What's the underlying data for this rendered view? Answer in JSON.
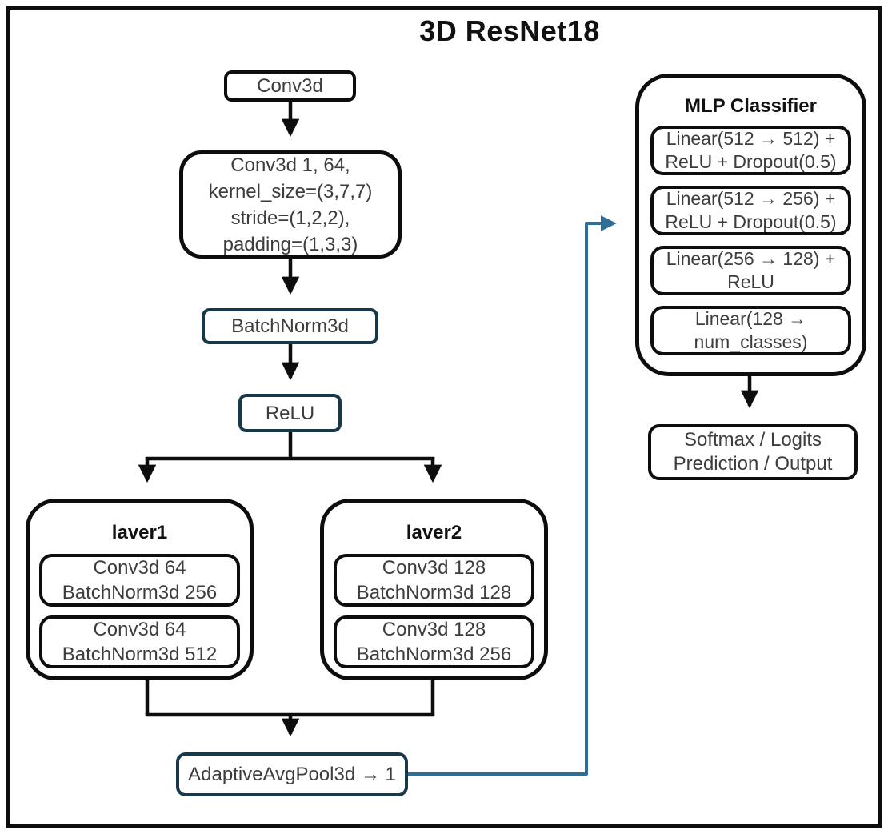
{
  "title": "3D ResNet18",
  "nodes": {
    "conv3d": "Conv3d",
    "conv3d_params": "Conv3d 1, 64,\nkernel_size=(3,7,7)\nstride=(1,2,2),\npadding=(1,3,3)",
    "batchnorm": "BatchNorm3d",
    "relu": "ReLU",
    "adaptive_pool": "AdaptiveAvgPool3d → 1",
    "softmax": "Softmax / Logits\nPrediction / Output"
  },
  "layer1": {
    "title": "laver1",
    "blocks": [
      "Conv3d 64\nBatchNorm3d 256",
      "Conv3d 64\nBatchNorm3d 512"
    ]
  },
  "layer2": {
    "title": "laver2",
    "blocks": [
      "Conv3d 128\nBatchNorm3d 128",
      "Conv3d 128\nBatchNorm3d 256"
    ]
  },
  "mlp": {
    "title": "MLP Classifier",
    "blocks": [
      "Linear(512 → 512) +\nReLU + Dropout(0.5)",
      "Linear(512 → 256) +\nReLU + Dropout(0.5)",
      "Linear(256 → 128) +\nReLU",
      "Linear(128 →\nnum_classes)"
    ]
  },
  "colors": {
    "line_black": "#0d0d0d",
    "accent_teal": "#17384a",
    "connector_blue": "#2e6d96",
    "text_gray": "#3d3d3d"
  }
}
